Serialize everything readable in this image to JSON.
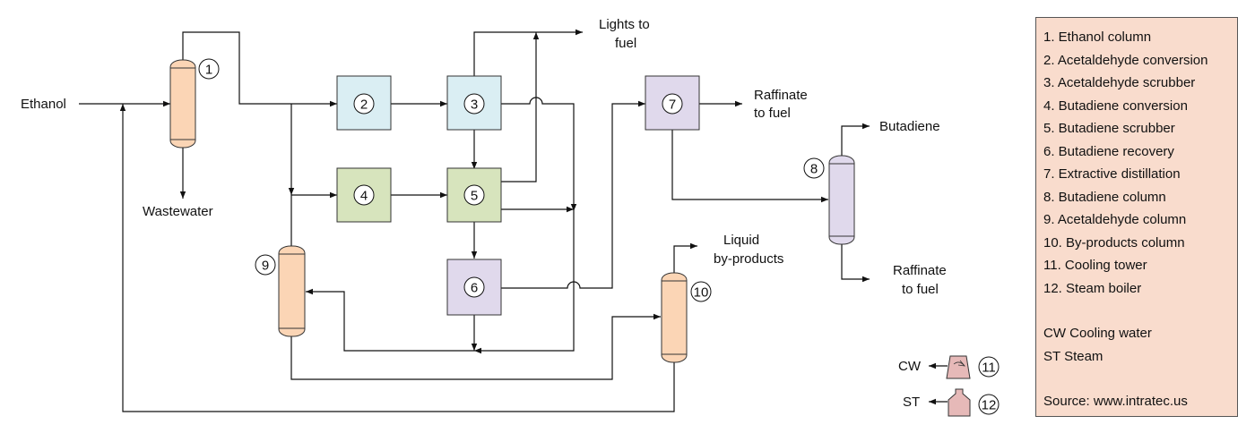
{
  "streams": {
    "ethanol": "Ethanol",
    "wastewater": "Wastewater",
    "lights_line1": "Lights to",
    "lights_line2": "fuel",
    "raffinate_top_line1": "Raffinate",
    "raffinate_top_line2": "to fuel",
    "butadiene": "Butadiene",
    "liquid_line1": "Liquid",
    "liquid_line2": "by-products",
    "raffinate_bot_line1": "Raffinate",
    "raffinate_bot_line2": "to fuel",
    "cw": "CW",
    "st": "ST"
  },
  "units": {
    "u1": "1",
    "u2": "2",
    "u3": "3",
    "u4": "4",
    "u5": "5",
    "u6": "6",
    "u7": "7",
    "u8": "8",
    "u9": "9",
    "u10": "10",
    "u11": "11",
    "u12": "12"
  },
  "colors": {
    "distillation_column": "#fbd5b5",
    "reactor": "#daeef3",
    "conversion": "#d7e4bd",
    "recovery": "#e0d9ec",
    "utility": "#e6b9b8",
    "legend_bg": "#f9dccd"
  },
  "legend": {
    "items": [
      "1. Ethanol column",
      "2. Acetaldehyde conversion",
      "3. Acetaldehyde scrubber",
      "4. Butadiene conversion",
      "5. Butadiene scrubber",
      "6. Butadiene recovery",
      "7. Extractive distillation",
      "8. Butadiene column",
      "9. Acetaldehyde column",
      "10. By-products column",
      "11. Cooling tower",
      "12. Steam boiler"
    ],
    "cw": "CW  Cooling water",
    "st": "ST  Steam",
    "source": "Source: www.intratec.us"
  }
}
